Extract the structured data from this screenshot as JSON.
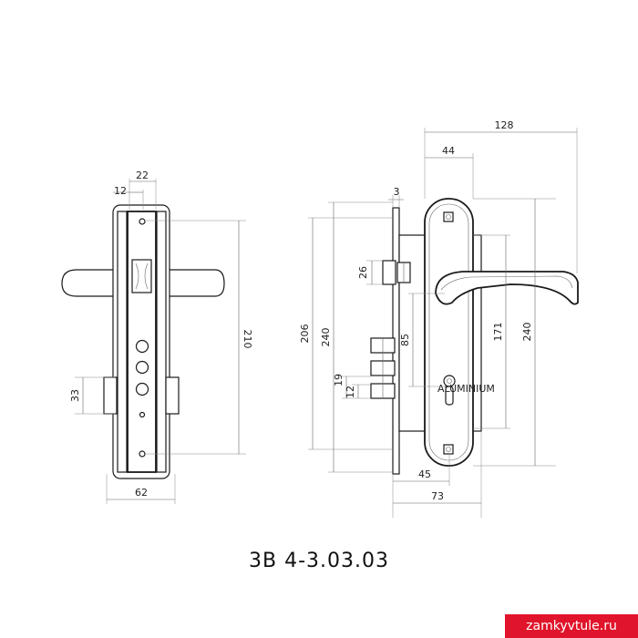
{
  "title": "3В 4-3.03.03",
  "watermark": "zamkyvtule.ru",
  "colors": {
    "line": "#1a1a1a",
    "dimension": "#666666",
    "watermark_bg": "#e0142a"
  },
  "side_view": {
    "dims": {
      "d22": "22",
      "d12": "12",
      "d210": "210",
      "d33": "33",
      "d62": "62"
    }
  },
  "front_view": {
    "dims": {
      "d128": "128",
      "d44": "44",
      "d3": "3",
      "d26": "26",
      "d206": "206",
      "d240a": "240",
      "d85": "85",
      "d19": "19",
      "d12": "12",
      "d171": "171",
      "d240b": "240",
      "d45": "45",
      "d73": "73"
    },
    "handle_label": "ALUMINIUM"
  }
}
